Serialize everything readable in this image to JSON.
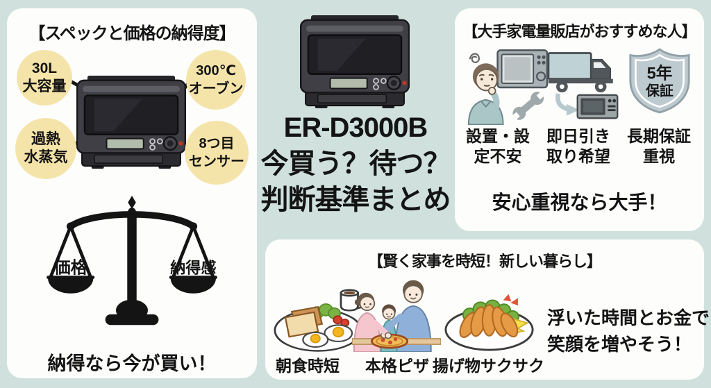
{
  "colors": {
    "background": "#d0e1dd",
    "panel": "#fdfdfc",
    "callout_circle": "#f5e4aa",
    "teal_accent": "#bfd3d6",
    "text": "#141414"
  },
  "left_panel": {
    "title": "【スペックと価格の納得度】",
    "microwave_icon": "microwave-oven-icon",
    "callouts": [
      {
        "lines": [
          "30L",
          "大容量"
        ]
      },
      {
        "lines": [
          "300℃",
          "オーブン"
        ]
      },
      {
        "lines": [
          "過熱",
          "水蒸気"
        ]
      },
      {
        "lines": [
          "8つ目",
          "センサー"
        ]
      }
    ],
    "scale": {
      "icon": "balance-scale-icon",
      "left_pan": "価格",
      "right_pan": "納得感"
    },
    "conclusion": "納得なら今が買い！"
  },
  "center": {
    "microwave_icon": "microwave-oven-icon",
    "model": "ER-D3000B",
    "title_line2": "今買う？待つ？",
    "title_line3": "判断基準まとめ"
  },
  "right_panel": {
    "title": "【大手家電量販店がおすすめな人】",
    "items": [
      {
        "icon": "confused-person-setup-icon",
        "label_lines": [
          "設置・設",
          "定不安"
        ]
      },
      {
        "icon": "delivery-truck-icon",
        "label_lines": [
          "即日引き",
          "取り希望"
        ]
      },
      {
        "icon": "warranty-shield-icon",
        "shield_lines": [
          "5年",
          "保証"
        ],
        "label_lines": [
          "長期保証",
          "重視"
        ]
      }
    ],
    "conclusion": "安心重視なら大手！"
  },
  "bottom_panel": {
    "title": "【賢く家事を時短！新しい暮らし】",
    "items": [
      {
        "icon": "breakfast-plate-icon",
        "label": "朝食時短"
      },
      {
        "icon": "family-pizza-icon",
        "label": "本格ピザ"
      },
      {
        "icon": "fried-food-plate-icon",
        "label": "揚げ物サクサク"
      }
    ],
    "message_lines": [
      "浮いた時間とお金で",
      "笑顔を増やそう！"
    ]
  }
}
